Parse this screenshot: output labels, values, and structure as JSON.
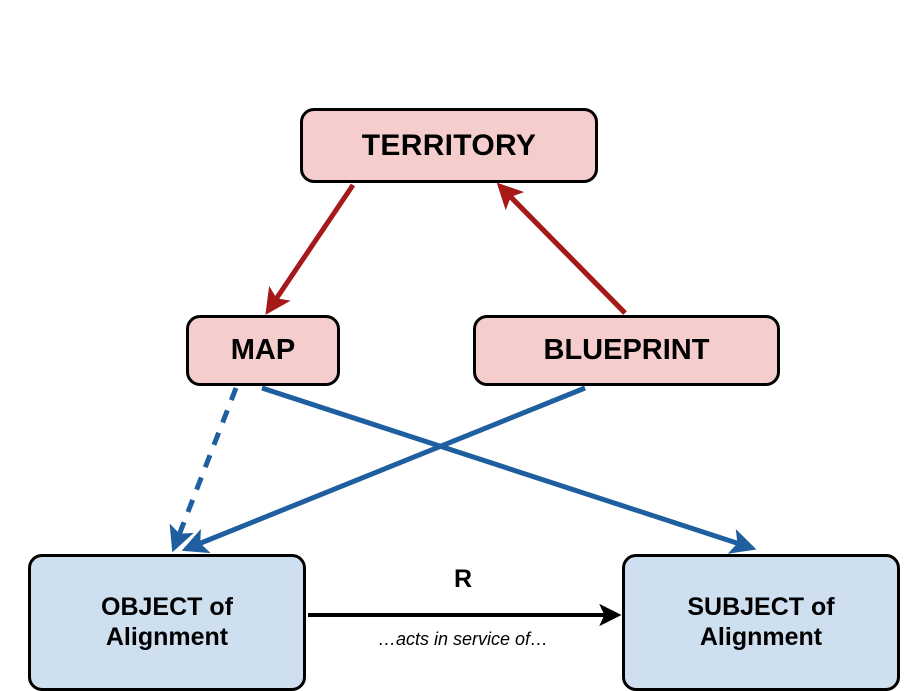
{
  "diagram": {
    "title": "Map / Blueprint alignment relation diagram",
    "colors": {
      "pink_fill": "#f5cdcd",
      "blue_fill": "#cedfef",
      "node_stroke": "#000000",
      "red_edge": "#a51919",
      "blue_edge": "#1f5fa0",
      "black_edge": "#000000",
      "background": "#ffffff"
    },
    "nodes": [
      {
        "id": "territory",
        "label": "TERRITORY",
        "fill": "#f5cdcd",
        "shape": "rounded-rectangle"
      },
      {
        "id": "map",
        "label": "MAP",
        "fill": "#f5cdcd",
        "shape": "rounded-rectangle"
      },
      {
        "id": "blueprint",
        "label": "BLUEPRINT",
        "fill": "#f5cdcd",
        "shape": "rounded-rectangle"
      },
      {
        "id": "object",
        "label_line1": "OBJECT of",
        "label_line2": "Alignment",
        "fill": "#cedfef",
        "shape": "rounded-rectangle"
      },
      {
        "id": "subject",
        "label_line1": "SUBJECT of",
        "label_line2": "Alignment",
        "fill": "#cedfef",
        "shape": "rounded-rectangle"
      }
    ],
    "edges": [
      {
        "id": "territory-to-map",
        "from": "TERRITORY",
        "to": "MAP",
        "color": "#a51919",
        "style": "solid",
        "arrow": "end"
      },
      {
        "id": "blueprint-to-territory",
        "from": "BLUEPRINT",
        "to": "TERRITORY",
        "color": "#a51919",
        "style": "solid",
        "arrow": "end"
      },
      {
        "id": "map-to-object",
        "from": "MAP",
        "to": "OBJECT of Alignment",
        "color": "#1f5fa0",
        "style": "dashed",
        "arrow": "end"
      },
      {
        "id": "map-to-subject",
        "from": "MAP",
        "to": "SUBJECT of Alignment",
        "color": "#1f5fa0",
        "style": "solid",
        "arrow": "end"
      },
      {
        "id": "blueprint-to-object",
        "from": "BLUEPRINT",
        "to": "OBJECT of Alignment",
        "color": "#1f5fa0",
        "style": "solid",
        "arrow": "end"
      },
      {
        "id": "object-to-subject",
        "from": "OBJECT of Alignment",
        "to": "SUBJECT of Alignment",
        "color": "#000000",
        "style": "solid",
        "arrow": "end",
        "label": "R",
        "sublabel": "…acts in service of…"
      }
    ],
    "labels": {
      "relation_symbol": "R",
      "relation_caption": "…acts in service of…"
    }
  }
}
